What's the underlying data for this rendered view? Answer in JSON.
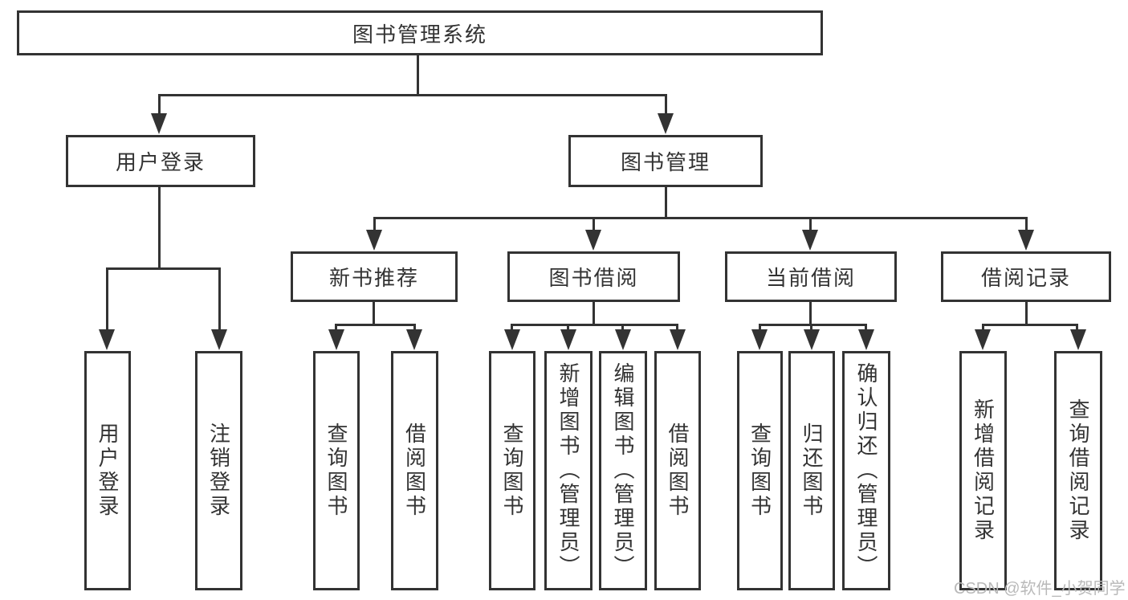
{
  "colors": {
    "line": "#333333",
    "text": "#333333",
    "watermark": "#b9b9b9"
  },
  "nodes": {
    "root": "图书管理系统",
    "user_login": "用户登录",
    "book_mgmt": "图书管理",
    "new_book": "新书推荐",
    "borrow": "图书借阅",
    "current": "当前借阅",
    "records": "借阅记录",
    "leaf_login": "用户登录",
    "leaf_logout": "注销登录",
    "leaf_nb_query": "查询图书",
    "leaf_nb_borrow": "借阅图书",
    "leaf_bw_query": "查询图书",
    "leaf_bw_add": "新增图书（管理员）",
    "leaf_bw_edit": "编辑图书（管理员）",
    "leaf_bw_borrow": "借阅图书",
    "leaf_cur_query": "查询图书",
    "leaf_cur_return": "归还图书",
    "leaf_cur_confirm": "确认归还（管理员）",
    "leaf_rec_add": "新增借阅记录",
    "leaf_rec_query": "查询借阅记录"
  },
  "watermark": "CSDN @软件_小贺同学"
}
